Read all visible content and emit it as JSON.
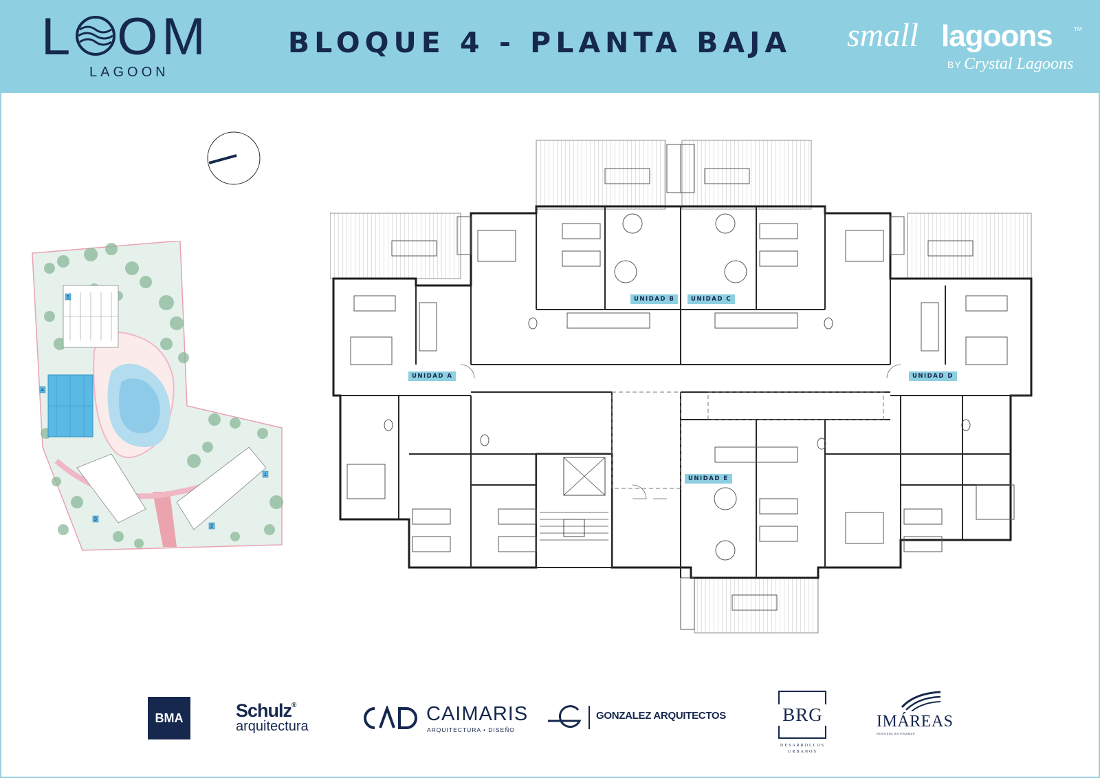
{
  "header": {
    "brand_left": {
      "name": "LOOM",
      "name_before_icon": "L",
      "name_after_icon": "OM",
      "sub": "LAGOON"
    },
    "title": "BLOQUE 4 - PLANTA BAJA",
    "brand_right": {
      "small": "small",
      "lagoons": "lagoons",
      "tm": "TM",
      "by": "BY",
      "crystal": "Crystal Lagoons"
    },
    "background_color": "#8ed0e1",
    "text_color": "#16284e"
  },
  "site_map": {
    "block_numbers": [
      "1",
      "2",
      "3",
      "4",
      "5"
    ],
    "highlighted_block": "4",
    "highlight_color": "#5bb9e6"
  },
  "plan": {
    "units": [
      {
        "label": "UNIDAD A"
      },
      {
        "label": "UNIDAD B"
      },
      {
        "label": "UNIDAD C"
      },
      {
        "label": "UNIDAD D"
      },
      {
        "label": "UNIDAD E"
      }
    ],
    "label_color": "#8ed0e1"
  },
  "footer": {
    "logos": {
      "bma": "BMA",
      "schulz": "Schulz",
      "schulz_reg": "®",
      "schulz_sub": "arquitectura",
      "caimaris": "CAIMARIS",
      "caimaris_sub": "ARQUITECTURA • DISEÑO",
      "gonzalez": "GONZALEZ ARQUITECTOS",
      "brg": "BRG",
      "brg_sub": "DESARROLLOS URBANOS",
      "imareas": "IMÁREAS",
      "imareas_sub": "RESIDENCIAS PINAMAR"
    }
  }
}
